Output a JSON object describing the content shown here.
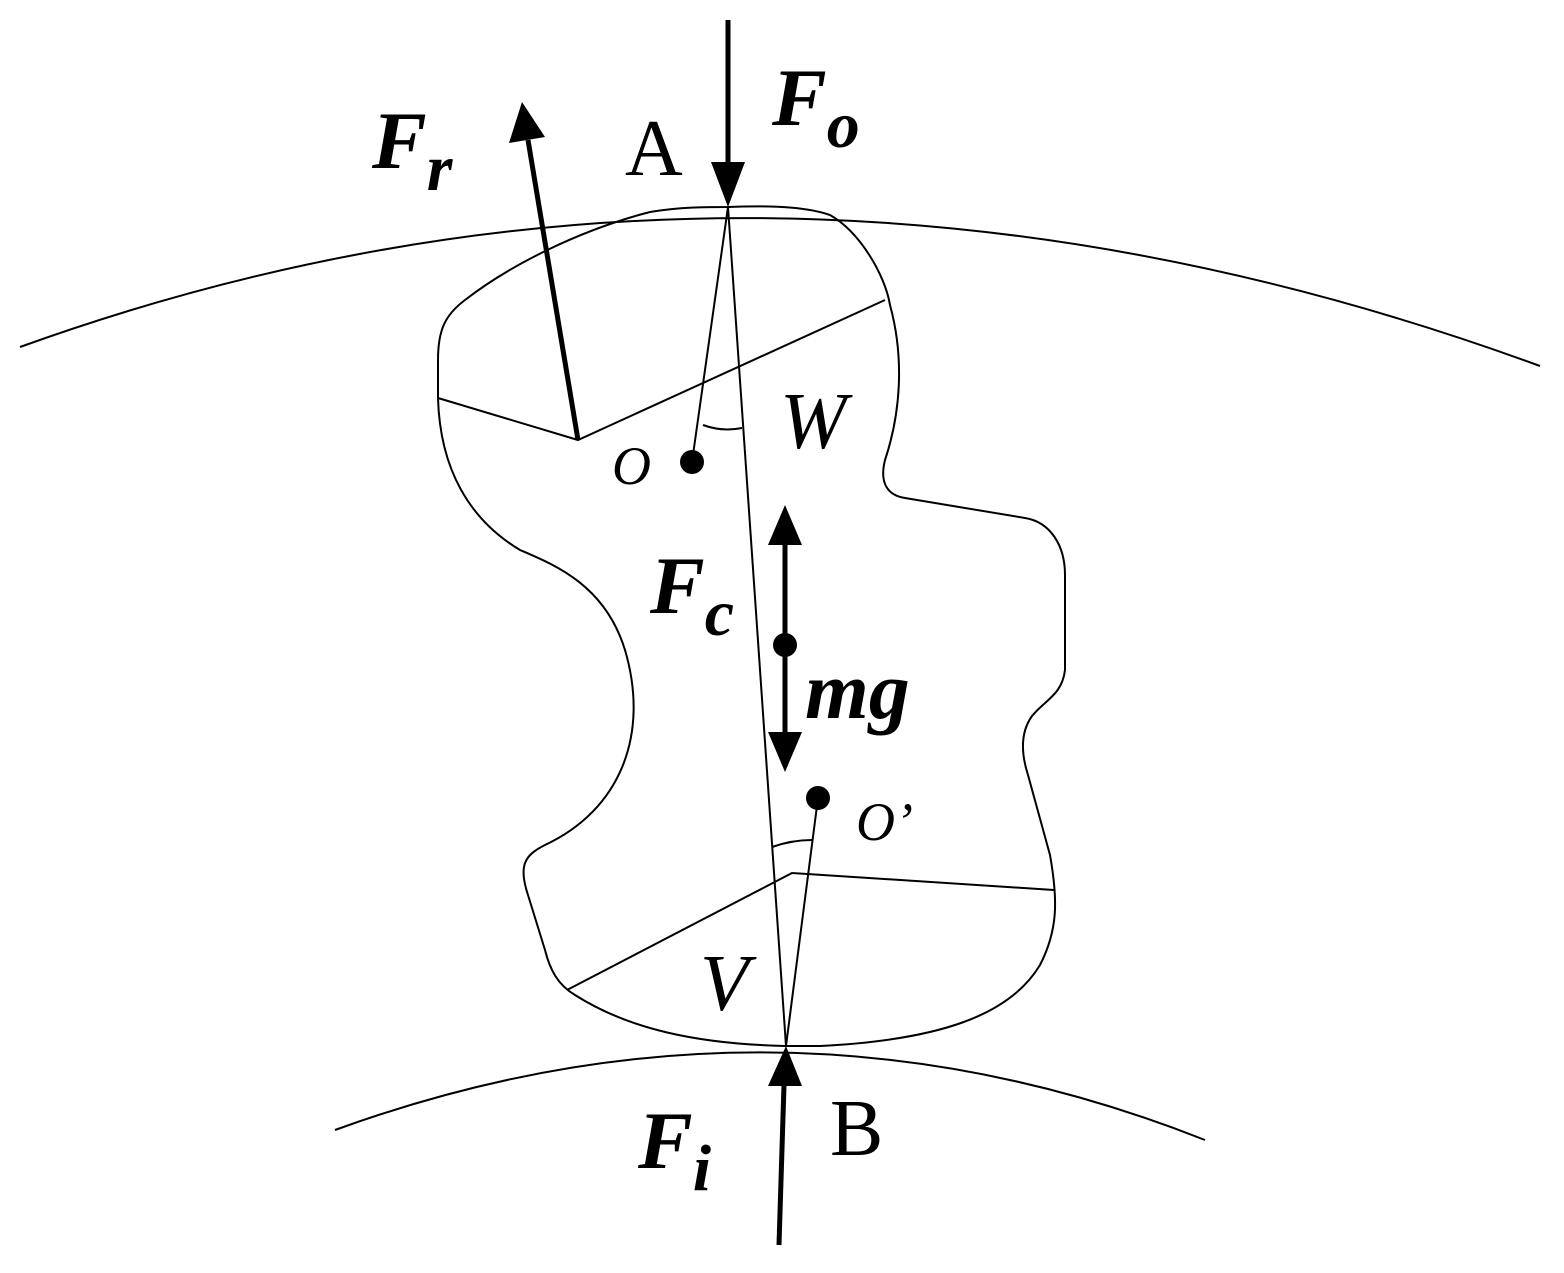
{
  "forces": {
    "outer": {
      "main": "F",
      "sub": "o"
    },
    "rotational": {
      "main": "F",
      "sub": "r"
    },
    "centrifugal": {
      "main": "F",
      "sub": "c"
    },
    "inner": {
      "main": "F",
      "sub": "i"
    },
    "gravity": "mg"
  },
  "points": {
    "a": "A",
    "b": "B",
    "o": "O",
    "o_prime": "O’"
  },
  "angles": {
    "w": "W",
    "v": "V"
  }
}
